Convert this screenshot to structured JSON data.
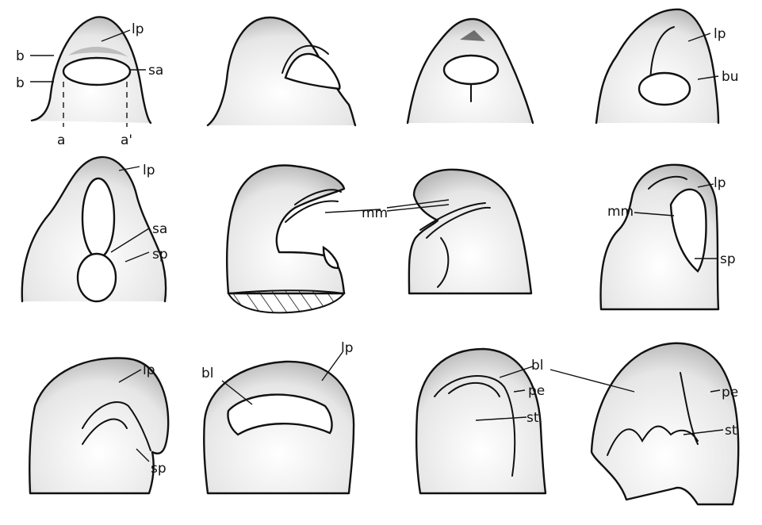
{
  "labels": {
    "lp": "lp",
    "b": "b",
    "sa": "sa",
    "a": "a",
    "a_prime": "a'",
    "bu": "bu",
    "sp": "sp",
    "mm": "mm",
    "bl": "bl",
    "pe": "pe",
    "st": "st"
  },
  "colors": {
    "ink": "#111111",
    "paper": "#ffffff",
    "stipple": "#f2f2f2"
  }
}
